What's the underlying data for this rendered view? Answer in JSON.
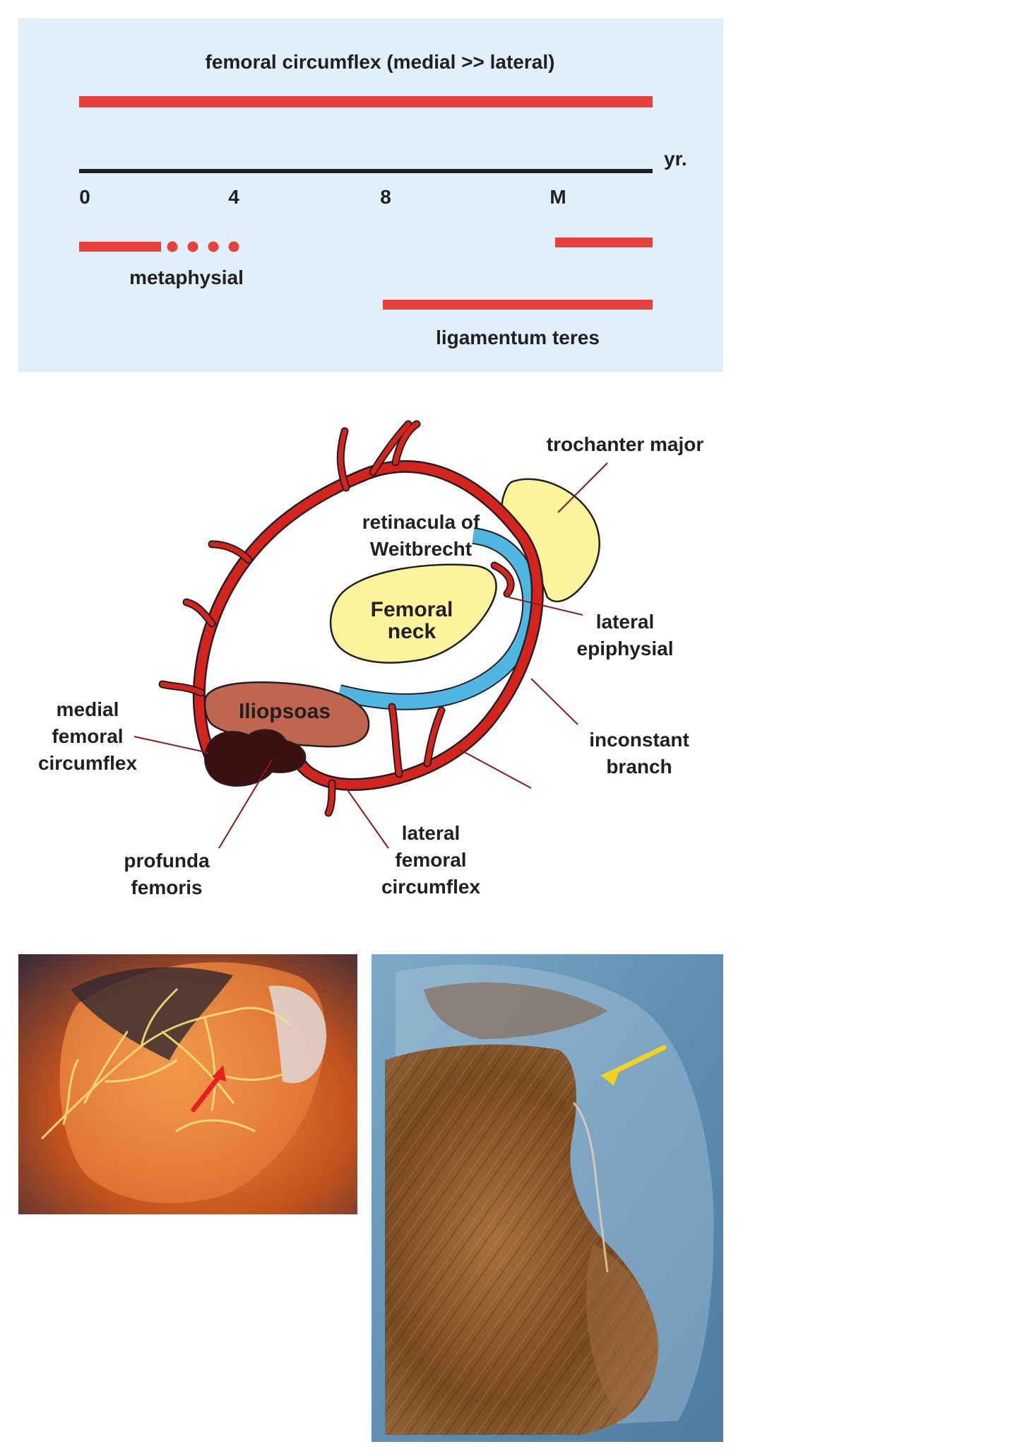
{
  "timeline": {
    "title": "femoral circumflex (medial >> lateral)",
    "axis_unit": "yr.",
    "ticks": [
      "0",
      "4",
      "8",
      "M"
    ],
    "metaphysial_label": "metaphysial",
    "ligamentum_label": "ligamentum teres",
    "bar_color": "#e8403a",
    "panel_color": "#dff0fb"
  },
  "anatomy": {
    "trochanter_major": "trochanter major",
    "retinacula_1": "retinacula of",
    "retinacula_2": "Weitbrecht",
    "femoral_neck_1": "Femoral",
    "femoral_neck_2": "neck",
    "lateral_epiphysial_1": "lateral",
    "lateral_epiphysial_2": "epiphysial",
    "iliopsoas": "Iliopsoas",
    "medial_fc_1": "medial",
    "medial_fc_2": "femoral",
    "medial_fc_3": "circumflex",
    "inconstant_1": "inconstant",
    "inconstant_2": "branch",
    "profunda_1": "profunda",
    "profunda_2": "femoris",
    "lateral_fc_1": "lateral",
    "lateral_fc_2": "femoral",
    "lateral_fc_3": "circumflex",
    "vessel_color": "#d5241e",
    "bone_color": "#fbf49c",
    "retinacula_color": "#4fb5e3",
    "muscle_color": "#c0664f"
  },
  "photos": {
    "left_arrow_color": "#e62020",
    "right_arrow_color": "#f3d21f"
  }
}
